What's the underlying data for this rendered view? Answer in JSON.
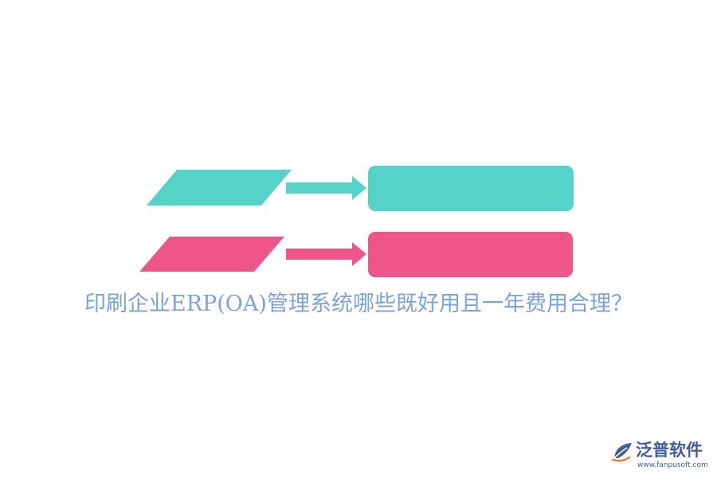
{
  "title": "印刷企业ERP(OA)管理系统哪些既好用且一年费用合理？",
  "colors": {
    "teal": "#55d3c9",
    "pink": "#ee5589",
    "title_text": "#7aa3dc",
    "logo_blue": "#3d5e98",
    "logo_orange": "#ef7d2a"
  },
  "logo": {
    "name": "泛普软件",
    "url": "www.fanpusoft.com",
    "icon": "fanpu-leaf-icon"
  }
}
